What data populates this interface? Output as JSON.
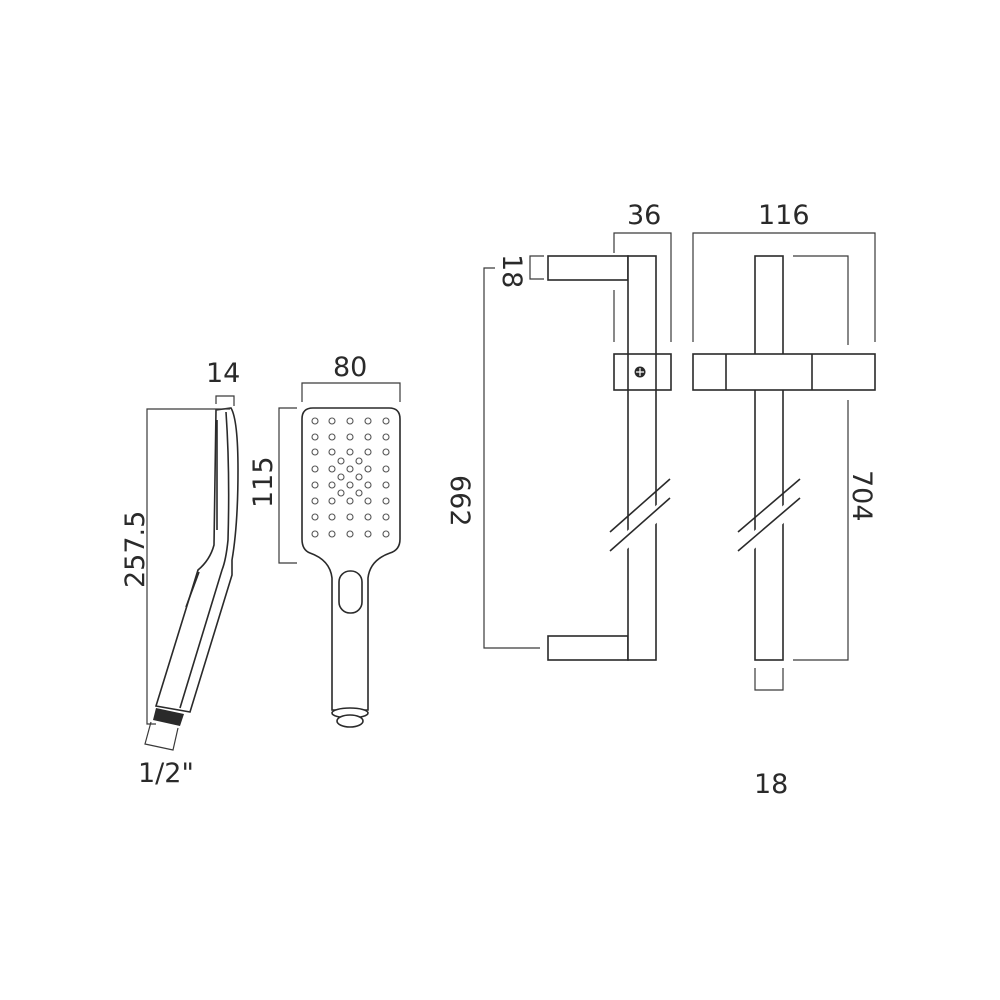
{
  "dimensions": {
    "handset_depth": "14",
    "handset_length": "257.5",
    "connector": "1/2\"",
    "head_width": "80",
    "head_height": "115",
    "arm_projection": "36",
    "arm_thickness": "18",
    "bracket_centres": "662",
    "slider_width": "116",
    "rail_length": "704",
    "rail_width": "18"
  }
}
